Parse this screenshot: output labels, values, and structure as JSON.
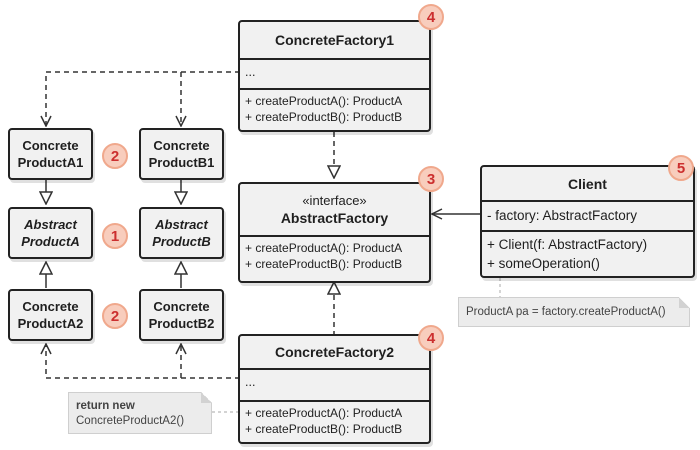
{
  "diagram": {
    "concrete_factory_1": {
      "name": "ConcreteFactory1",
      "fields": "...",
      "methods": [
        "+ createProductA(): ProductA",
        "+ createProductB(): ProductB"
      ],
      "badge": "4"
    },
    "concrete_factory_2": {
      "name": "ConcreteFactory2",
      "fields": "...",
      "methods": [
        "+ createProductA(): ProductA",
        "+ createProductB(): ProductB"
      ],
      "badge": "4"
    },
    "abstract_factory": {
      "stereotype": "«interface»",
      "name": "AbstractFactory",
      "methods": [
        "+ createProductA(): ProductA",
        "+ createProductB(): ProductB"
      ],
      "badge": "3"
    },
    "client": {
      "name": "Client",
      "fields": "- factory: AbstractFactory",
      "methods": [
        "+ Client(f: AbstractFactory)",
        "+ someOperation()"
      ],
      "badge": "5"
    },
    "products": {
      "concrete_a1": {
        "line1": "Concrete",
        "line2": "ProductA1",
        "badge": "2"
      },
      "concrete_b1": {
        "line1": "Concrete",
        "line2": "ProductB1"
      },
      "abstract_a": {
        "line1": "Abstract",
        "line2": "ProductA",
        "badge": "1"
      },
      "abstract_b": {
        "line1": "Abstract",
        "line2": "ProductB"
      },
      "concrete_a2": {
        "line1": "Concrete",
        "line2": "ProductA2",
        "badge": "2"
      },
      "concrete_b2": {
        "line1": "Concrete",
        "line2": "ProductB2"
      }
    },
    "notes": {
      "client_note": "ProductA pa = factory.createProductA()",
      "factory2_note_bold": "return new",
      "factory2_note_text": "ConcreteProductA2()"
    }
  }
}
